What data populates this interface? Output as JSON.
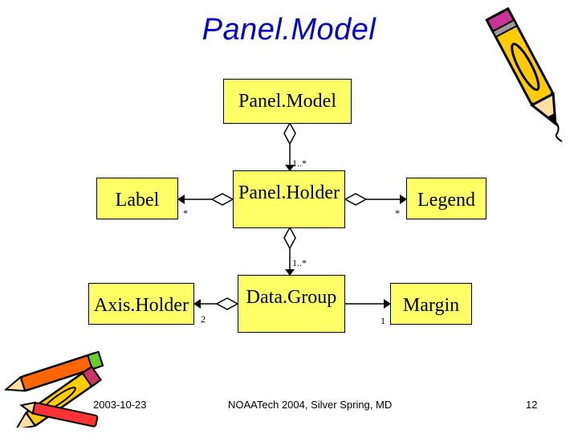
{
  "slide": {
    "title": "Panel.Model"
  },
  "boxes": {
    "panel_model": "Panel.Model",
    "panel_holder": "Panel.Holder",
    "label": "Label",
    "legend": "Legend",
    "axis_holder": "Axis.Holder",
    "data_group": "Data.Group",
    "margin": "Margin"
  },
  "multiplicities": {
    "model_to_holder": "1..*",
    "holder_to_label": "*",
    "holder_to_legend": "*",
    "holder_to_datagroup": "1..*",
    "datagroup_to_axis": "2",
    "datagroup_to_margin": "1"
  },
  "footer": {
    "date": "2003-10-23",
    "event": "NOAATech 2004, Silver Spring, MD",
    "page_number": "12"
  },
  "colors": {
    "title": "#0000cc",
    "box_fill": "#ffff66"
  },
  "clipart": {
    "top_right": "pencil-icon",
    "bottom_left": "pencils-icon"
  }
}
